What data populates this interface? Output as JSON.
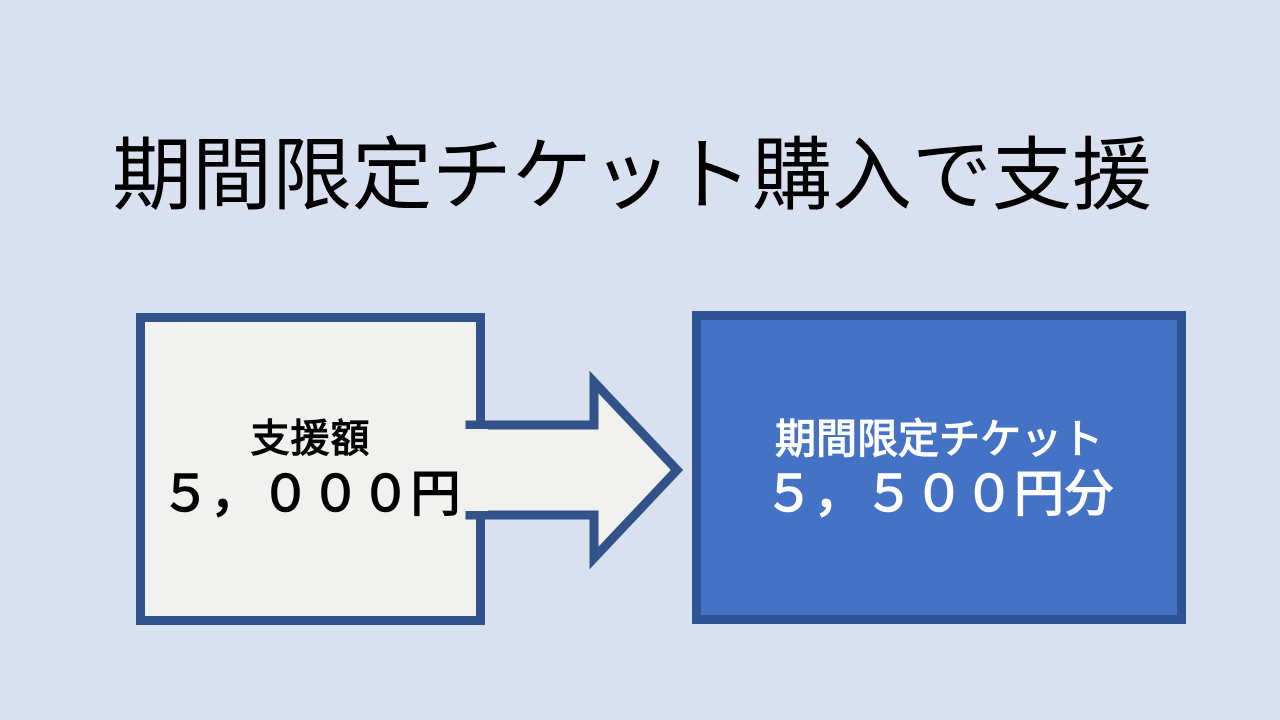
{
  "slide": {
    "title": "期間限定チケット購入で支援",
    "background_color": "#d9e0f0"
  },
  "left_box": {
    "label": "支援額",
    "amount": "５，０００円",
    "fill_color": "#f1f1f0",
    "border_color": "#31538a",
    "text_color": "#000000"
  },
  "arrow": {
    "icon": "right-block-arrow-icon",
    "fill_color": "#f1f1f0",
    "border_color": "#31538a",
    "direction": "right"
  },
  "right_box": {
    "label": "期間限定チケット",
    "amount": "５，５００円分",
    "fill_color": "#4472c4",
    "border_color": "#2f5496",
    "text_color": "#ffffff"
  }
}
